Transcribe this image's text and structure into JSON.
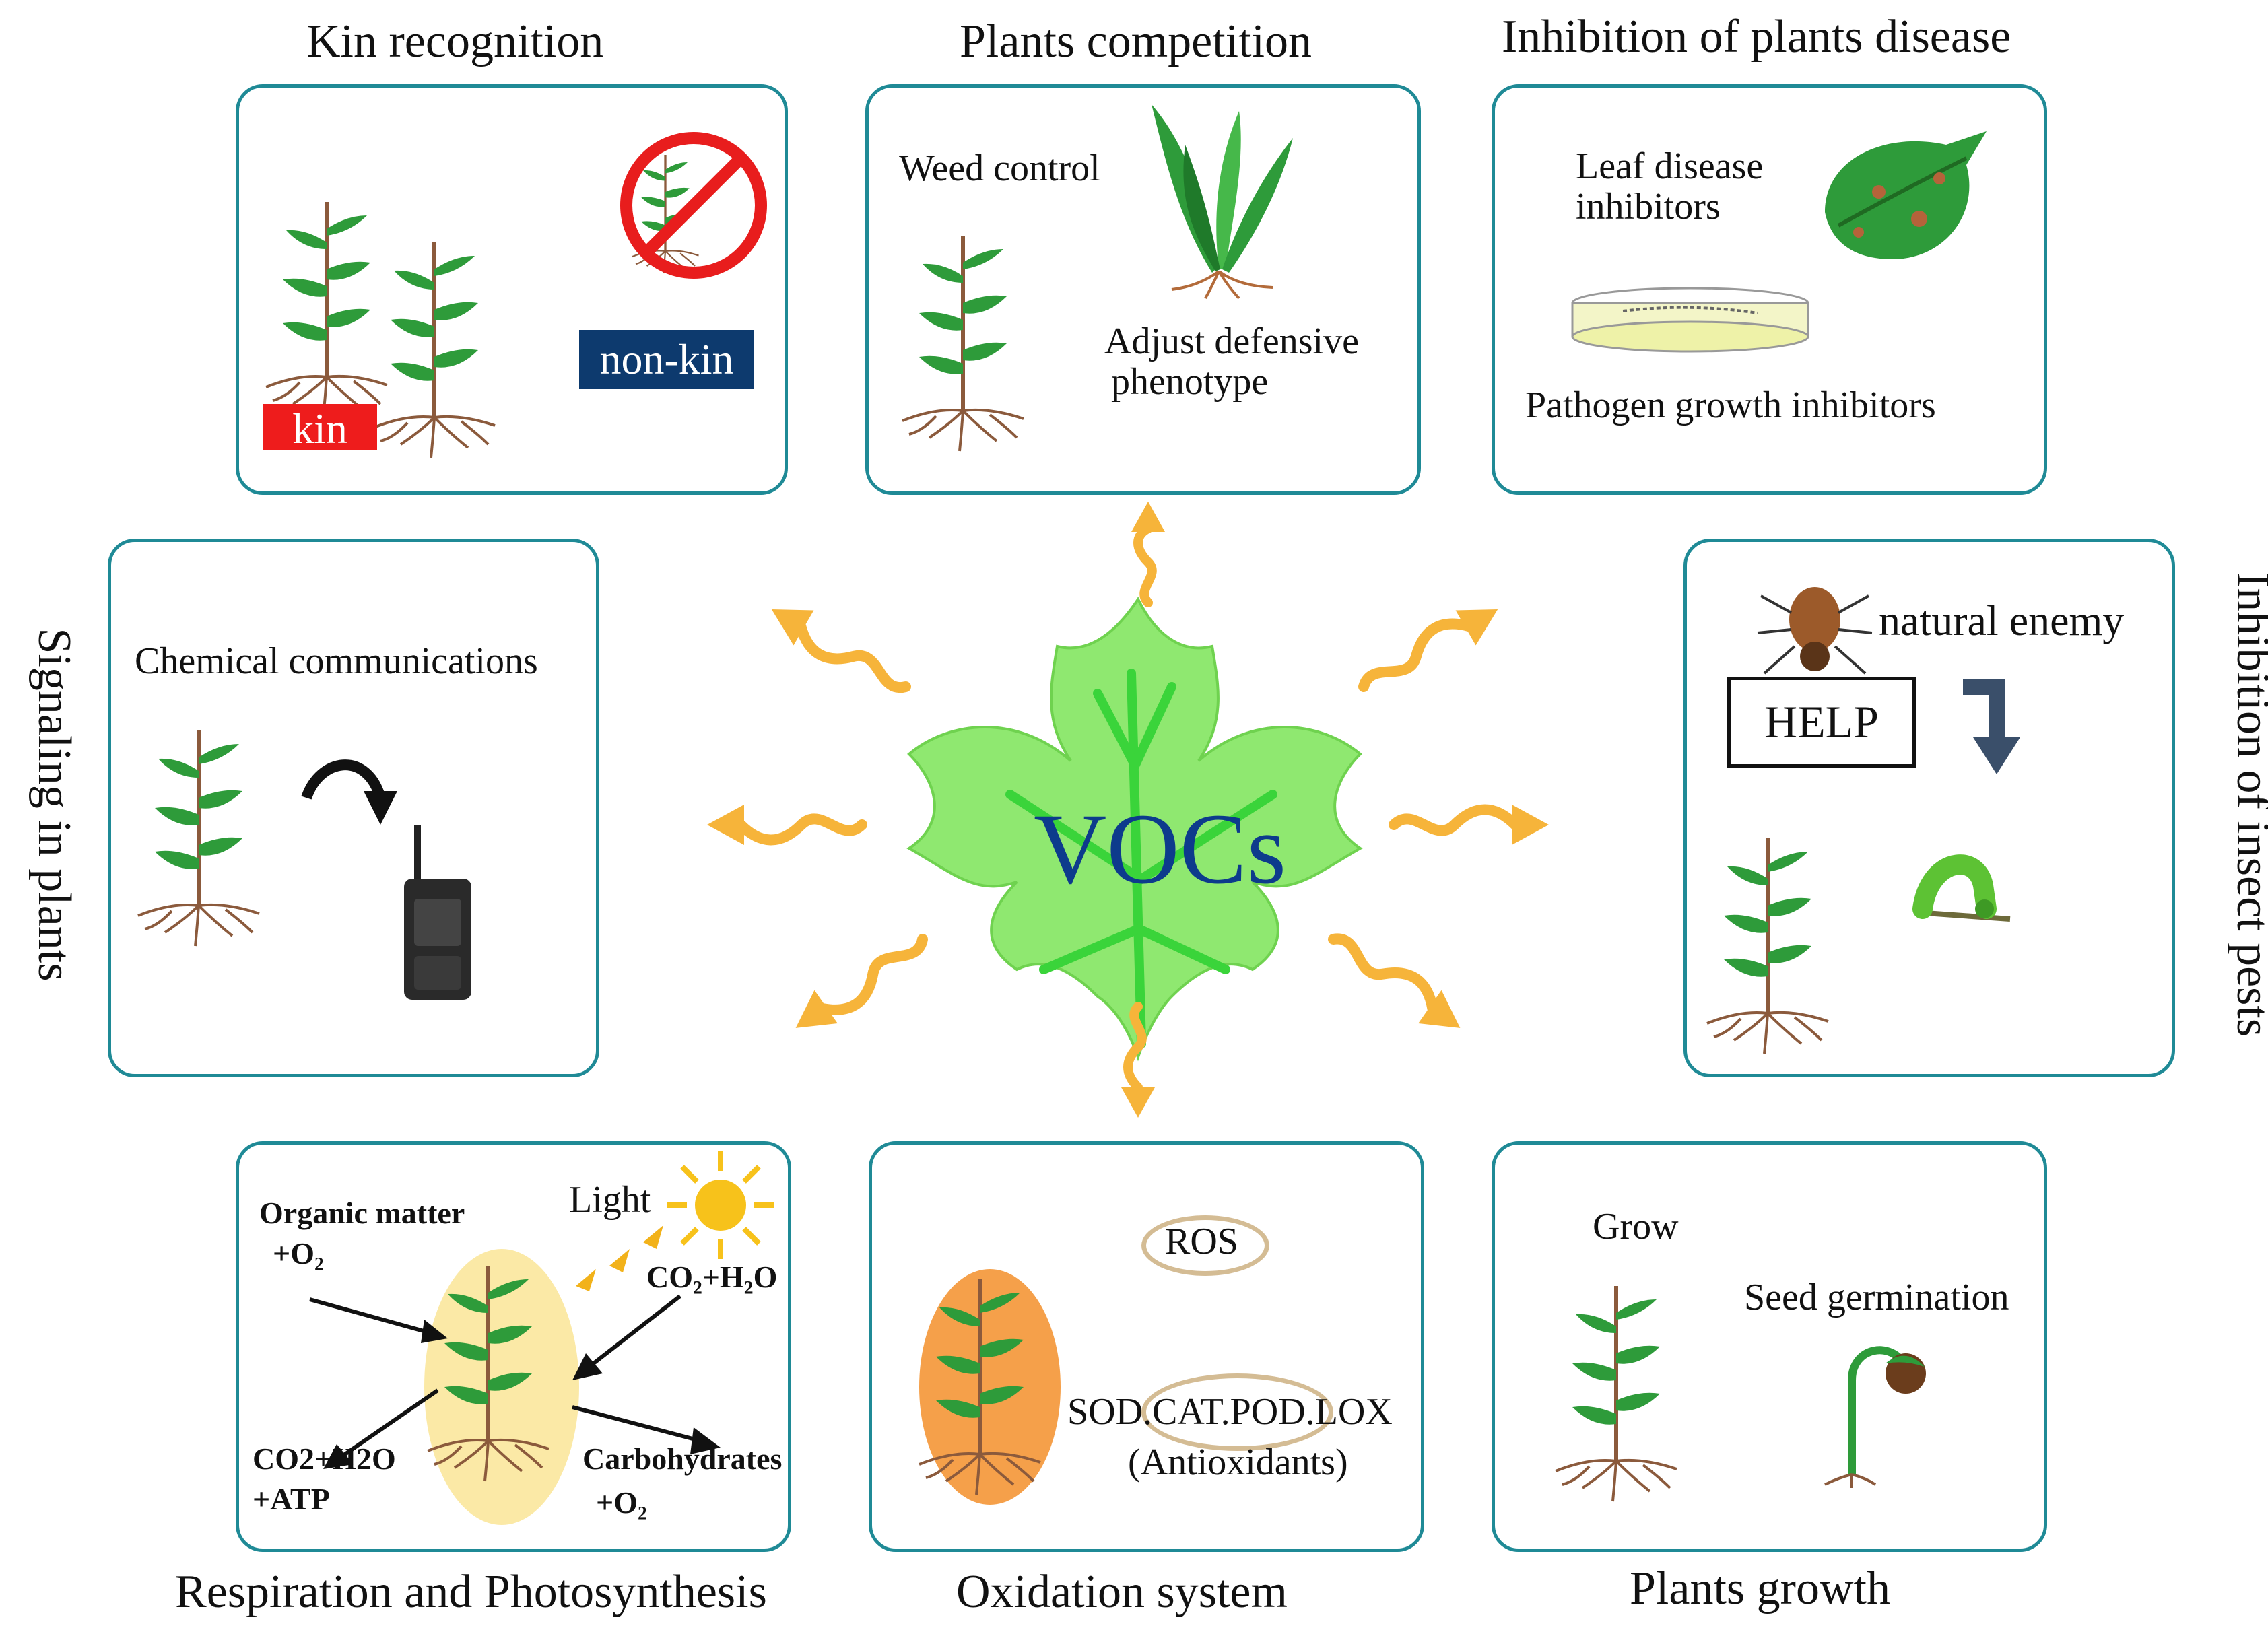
{
  "center": {
    "label": "VOCs"
  },
  "panels": {
    "kin": {
      "title": "Kin recognition",
      "kin_tag": "kin",
      "nonkin_tag": "non-kin"
    },
    "competition": {
      "title": "Plants competition",
      "weed": "Weed control",
      "adjust1": "Adjust defensive",
      "adjust2": "phenotype"
    },
    "disease": {
      "title": "Inhibition of plants disease",
      "leaf1": "Leaf disease",
      "leaf2": "inhibitors",
      "pathogen": "Pathogen growth inhibitors"
    },
    "signaling": {
      "title": "Signaling in plants",
      "chem": "Chemical communications"
    },
    "pests": {
      "title": "Inhibition of insect pests",
      "enemy": "natural enemy",
      "help": "HELP"
    },
    "respiration": {
      "title": "Respiration and Photosynthesis",
      "light": "Light",
      "organic1": "Organic matter",
      "organic2": "+O₂",
      "co2h2o": "CO₂+H₂O",
      "out1a": "CO2+H2O",
      "out1b": "+ATP",
      "carb1": "Carbohydrates",
      "carb2": "+O₂"
    },
    "oxidation": {
      "title": "Oxidation system",
      "ros": "ROS",
      "enzymes": "SOD.CAT.POD.LOX",
      "antiox": "(Antioxidants)"
    },
    "growth": {
      "title": "Plants growth",
      "grow": "Grow",
      "seed": "Seed germination"
    }
  },
  "colors": {
    "border": "#1f8a96",
    "arrow": "#f6b43a",
    "leaf": "#8fe870",
    "vein": "#3ad43a",
    "plant_leaf": "#2e9b3a",
    "stem": "#8b5a3c",
    "kin_red": "#ee1c1c",
    "nonkin_blue": "#0d3a6e",
    "center_text": "#0d3b8c"
  }
}
